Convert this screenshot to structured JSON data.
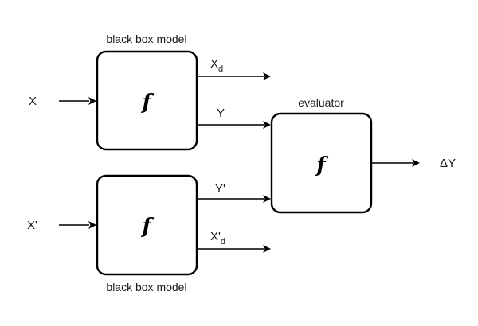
{
  "top_model": {
    "caption": "black box model",
    "function_symbol": "f",
    "input_label": "X",
    "side_output": {
      "base": "X",
      "subscript": "d"
    },
    "main_output": "Y"
  },
  "bottom_model": {
    "caption": "black box model",
    "function_symbol": "f",
    "input_label": "X'",
    "main_output": "Y'",
    "side_output": {
      "base": "X'",
      "subscript": "d"
    }
  },
  "evaluator": {
    "caption": "evaluator",
    "function_symbol": "f",
    "output_label": "ΔY"
  }
}
